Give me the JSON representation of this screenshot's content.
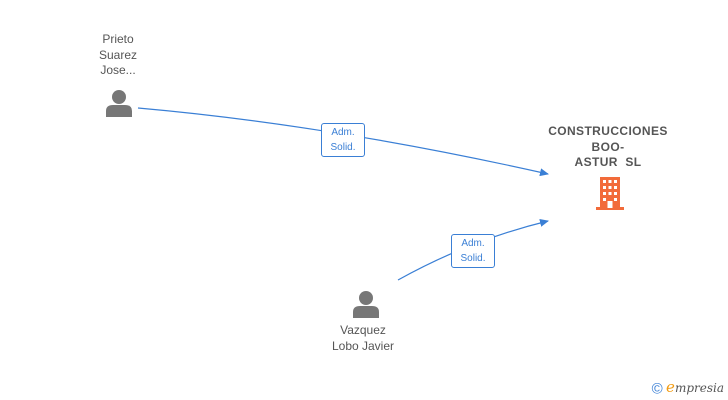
{
  "nodes": {
    "person1": {
      "lines": [
        "Prieto",
        "Suarez",
        "Jose..."
      ]
    },
    "person2": {
      "lines": [
        "Vazquez",
        "Lobo Javier"
      ]
    },
    "company": {
      "lines": [
        "CONSTRUCCIONES",
        "BOO-",
        "ASTUR  SL"
      ]
    }
  },
  "edges": [
    {
      "from": "person1",
      "to": "company",
      "label": [
        "Adm.",
        "Solid."
      ]
    },
    {
      "from": "person2",
      "to": "company",
      "label": [
        "Adm.",
        "Solid."
      ]
    }
  ],
  "icons": {
    "person": "person-icon",
    "company": "building-icon"
  },
  "colors": {
    "edge": "#3a7fd5",
    "company_icon": "#f26b3a",
    "person_icon": "#777777",
    "text": "#555555"
  },
  "footer": {
    "symbol": "©",
    "brand_initial": "e",
    "brand_rest": "mpresia"
  }
}
